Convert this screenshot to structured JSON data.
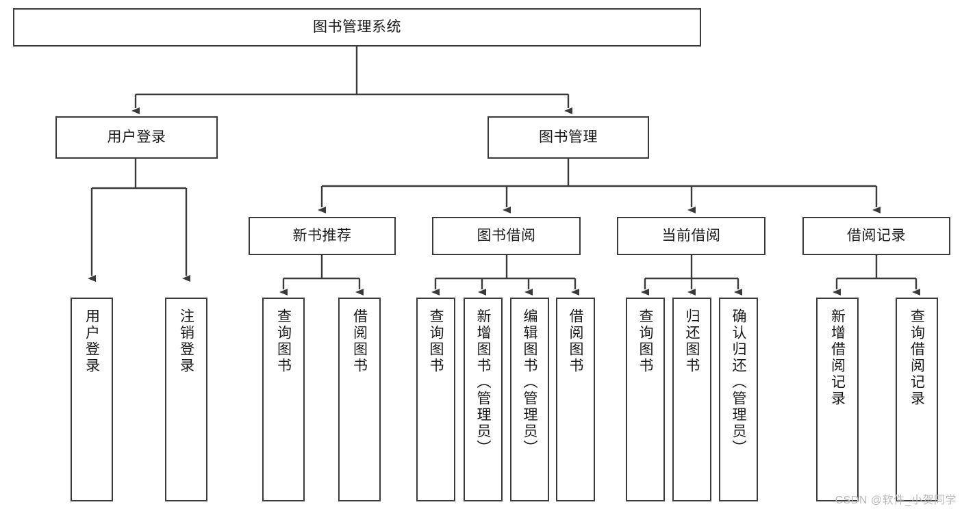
{
  "diagram": {
    "title": "图书管理系统",
    "type": "hierarchy-tree",
    "root": {
      "label": "图书管理系统"
    },
    "level2": [
      {
        "label": "用户登录"
      },
      {
        "label": "图书管理"
      }
    ],
    "level3": [
      {
        "label": "新书推荐"
      },
      {
        "label": "图书借阅"
      },
      {
        "label": "当前借阅"
      },
      {
        "label": "借阅记录"
      }
    ],
    "leaves": {
      "user_login": [
        {
          "label": "用户登录"
        },
        {
          "label": "注销登录"
        }
      ],
      "new_book_recommend": [
        {
          "label": "查询图书"
        },
        {
          "label": "借阅图书"
        }
      ],
      "book_borrow": [
        {
          "label": "查询图书"
        },
        {
          "label": "新增图书（管理员）"
        },
        {
          "label": "编辑图书（管理员）"
        },
        {
          "label": "借阅图书"
        }
      ],
      "current_borrow": [
        {
          "label": "查询图书"
        },
        {
          "label": "归还图书"
        },
        {
          "label": "确认归还（管理员）"
        }
      ],
      "borrow_record": [
        {
          "label": "新增借阅记录"
        },
        {
          "label": "查询借阅记录"
        }
      ]
    }
  },
  "watermark": "CSDN @软件_小贺同学",
  "colors": {
    "border": "#3a3a3a",
    "text": "#1a1a1a",
    "background": "#ffffff",
    "watermark": "#b9b9b9"
  }
}
